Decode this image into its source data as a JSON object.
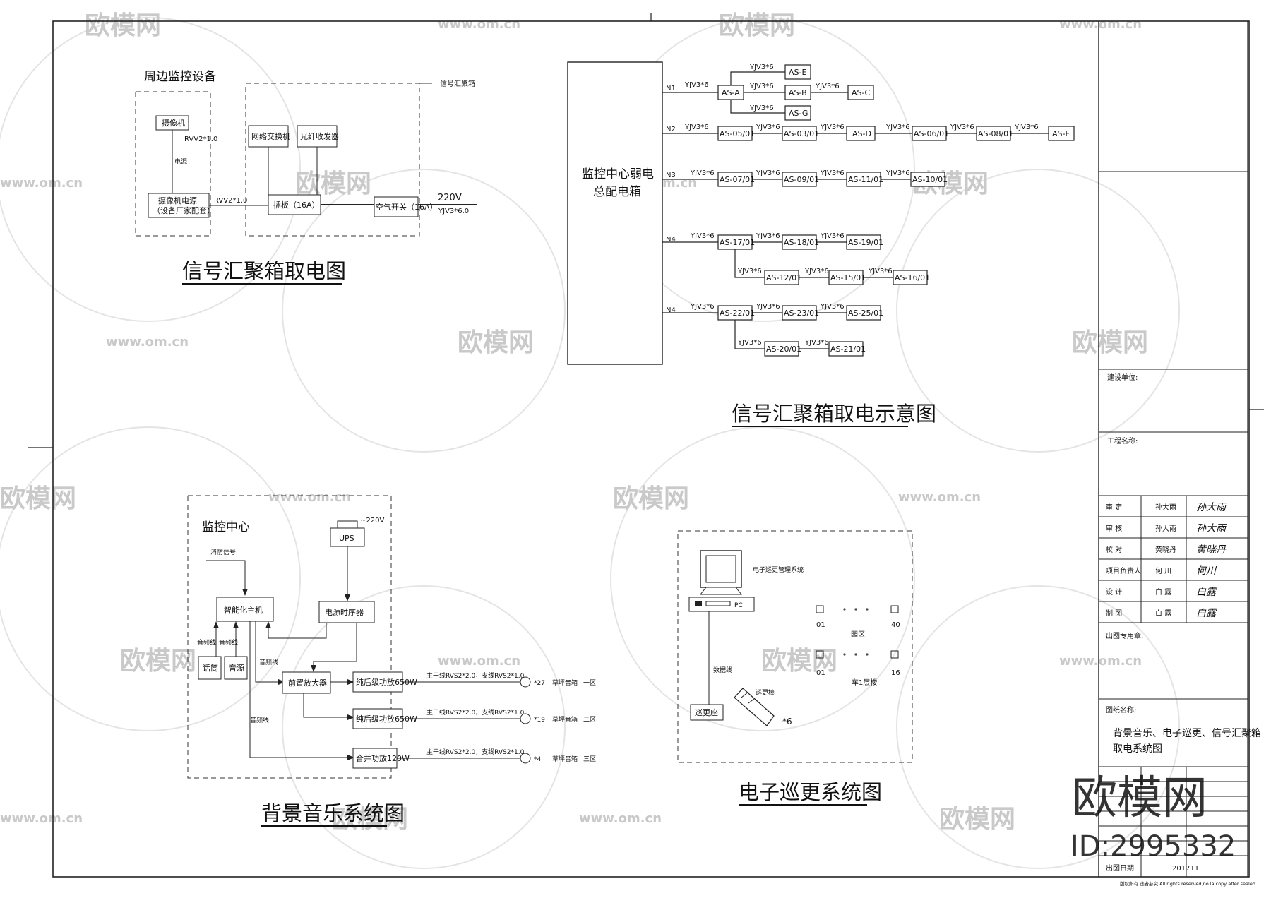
{
  "watermark": {
    "brand": "欧模网",
    "url": "www.om.cn",
    "id_label": "ID:2995332"
  },
  "cabinet": {
    "title": "信号汇聚箱取电图",
    "group_label": "周边监控设备",
    "right_label": "信号汇聚箱",
    "camera": "摄像机",
    "cam_supply": [
      "摄像机电源",
      "（设备厂家配套）"
    ],
    "cable_rvv2": "RVV2*1.0",
    "camera_power_note": "电源",
    "switch": "网络交换机",
    "transceiver": "光纤收发器",
    "socket": "插板（16A）",
    "breaker": "空气开关（16A）",
    "voltage": "220V",
    "cable_in": "YJV3*6.0"
  },
  "distribution": {
    "title": "信号汇聚箱取电示意图",
    "panel": [
      "监控中心弱电",
      "总配电箱"
    ],
    "cable": "YJV3*6",
    "circuits": [
      "N1",
      "N2",
      "N3",
      "N4",
      "N4"
    ],
    "boxes": {
      "as_a": "AS-A",
      "as_b": "AS-B",
      "as_c": "AS-C",
      "as_e": "AS-E",
      "as_g": "AS-G",
      "as_d": "AS-D",
      "as_f": "AS-F",
      "as_05": "AS-05/01",
      "as_03": "AS-03/01",
      "as_06": "AS-06/01",
      "as_08": "AS-08/01",
      "as_07": "AS-07/01",
      "as_09": "AS-09/01",
      "as_11": "AS-11/01",
      "as_10": "AS-10/01",
      "as_17": "AS-17/01",
      "as_18": "AS-18/01",
      "as_19": "AS-19/01",
      "as_12": "AS-12/01",
      "as_15": "AS-15/01",
      "as_16": "AS-16/01",
      "as_22": "AS-22/01",
      "as_23": "AS-23/01",
      "as_25": "AS-25/01",
      "as_20": "AS-20/01",
      "as_21": "AS-21/01"
    }
  },
  "music": {
    "title": "背景音乐系统图",
    "center": "监控中心",
    "fire_signal": "消防信号",
    "ups": "UPS",
    "ups_voltage": "~220V",
    "host": "智能化主机",
    "sequencer": "电源时序器",
    "preamp": "前置放大器",
    "mic": "话筒",
    "source": "音源",
    "audio_line": "音频线",
    "amps": [
      "纯后级功放650W",
      "纯后级功放650W",
      "合并功放120W"
    ],
    "cable": "主干线RVS2*2.0，支线RVS2*1.0",
    "counts": [
      "*27",
      "*19",
      "*4"
    ],
    "speaker": "草坪音箱",
    "zones": [
      "一区",
      "二区",
      "三区"
    ]
  },
  "patrol": {
    "title": "电子巡更系统图",
    "software": "电子巡更管理系统",
    "pc_label": "PC",
    "data_line": "数据线",
    "reader": "巡更座",
    "stick": "巡更棒",
    "stick_count": "*6",
    "points_a": [
      "01",
      "40"
    ],
    "points_b": [
      "01",
      "16"
    ],
    "zone_a": "园区",
    "zone_b": "车1层楼"
  },
  "titleblock": {
    "client_label": "建设单位:",
    "project_label": "工程名称:",
    "roles": [
      {
        "role": "审 定",
        "name": "孙大雨",
        "sign": "孙大雨"
      },
      {
        "role": "审 核",
        "name": "孙大雨",
        "sign": "孙大雨"
      },
      {
        "role": "校 对",
        "name": "黄晓丹",
        "sign": "黄晓丹"
      },
      {
        "role": "项目负责人",
        "name": "何 川",
        "sign": "何川"
      },
      {
        "role": "设 计",
        "name": "白 露",
        "sign": "白露"
      },
      {
        "role": "制 图",
        "name": "白 露",
        "sign": "白露"
      }
    ],
    "stamp_label": "出图专用章:",
    "drawing_label": "图纸名称:",
    "drawing_name": [
      "背景音乐、电子巡更、信号汇聚箱",
      "取电系统图"
    ],
    "date_label": "出图日期",
    "date_value": "201711",
    "copyright": "版权所有 违者必究 All rights reserved,no la copy after sealed"
  }
}
